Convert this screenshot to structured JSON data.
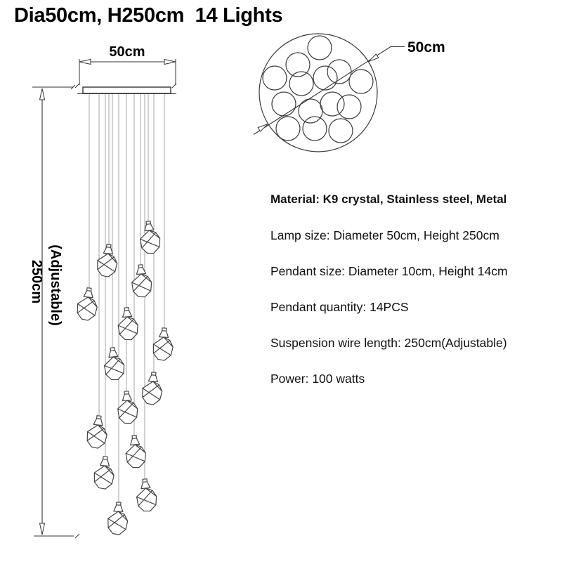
{
  "title": "Dia50cm, H250cm  14 Lights",
  "front_view": {
    "width_label": "50cm",
    "height_label": "250cm",
    "height_note": "(Adjustable)",
    "lights_count": 14,
    "diameter_cm": 50,
    "height_cm": 250
  },
  "top_view": {
    "diameter_label": "50cm",
    "pendant_circle_count": 14
  },
  "specs": {
    "material": "Material: K9 crystal, Stainless steel, Metal",
    "lamp_size": "Lamp size: Diameter 50cm, Height 250cm",
    "pendant_size": "Pendant size: Diameter 10cm, Height 14cm",
    "pendant_quantity": "Pendant quantity: 14PCS",
    "wire_length": "Suspension wire length: 250cm(Adjustable)",
    "power": "Power: 100 watts"
  },
  "colors": {
    "line": "#333333",
    "wire": "#a6a6a6",
    "text": "#000000",
    "background": "#ffffff"
  }
}
